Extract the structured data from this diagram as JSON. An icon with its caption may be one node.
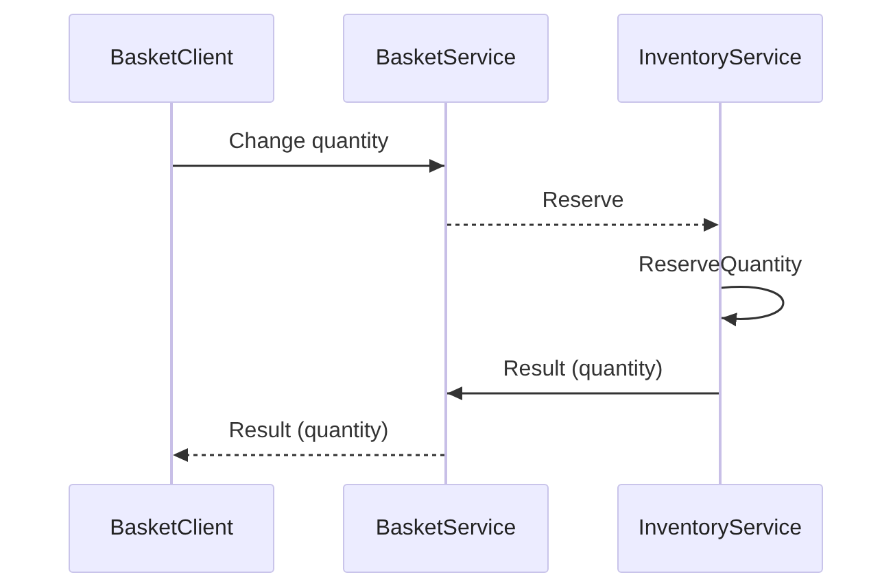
{
  "diagram": {
    "nodes": [
      {
        "text": [
          "BasketClient"
        ]
      },
      {
        "text": [
          "BasketService"
        ]
      },
      {
        "text": [
          "InventoryService"
        ]
      },
      {
        "text": [
          "BasketClient"
        ]
      },
      {
        "text": [
          "BasketService"
        ]
      },
      {
        "text": [
          "InventoryService"
        ]
      },
      {
        "text": [],
        "shape": "bar"
      },
      {
        "text": [],
        "shape": "bar"
      },
      {
        "text": [],
        "shape": "bar"
      }
    ],
    "edges": [
      {
        "from": 6,
        "to": 7,
        "arrow": "to",
        "label": "Change quantity"
      },
      {
        "from": 7,
        "to": 8,
        "arrow": "to",
        "label": "Reserve",
        "style": "dashed"
      },
      {
        "from": 8,
        "to": 8,
        "arrow": "to",
        "label": "ReserveQuantity"
      },
      {
        "from": 8,
        "to": 7,
        "arrow": "to",
        "label": "Result (quantity)"
      },
      {
        "from": 7,
        "to": 6,
        "arrow": "to",
        "label": "Result (quantity)",
        "style": "dashed"
      }
    ]
  }
}
